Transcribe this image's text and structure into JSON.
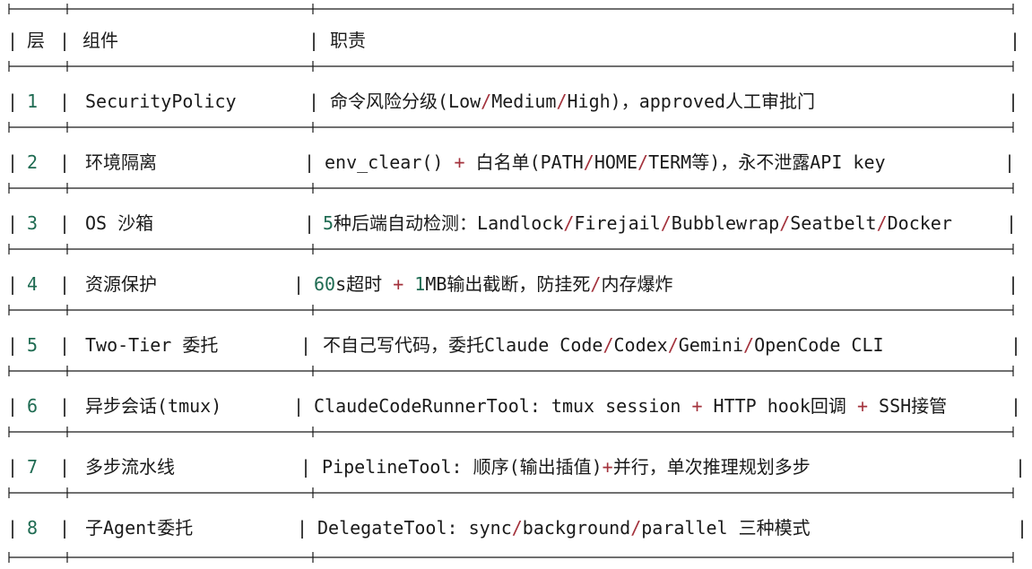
{
  "table": {
    "header": {
      "layer": "层",
      "component": "组件",
      "duty": "职责"
    },
    "rows": [
      {
        "layer": "1",
        "component": "SecurityPolicy",
        "duty_parts": [
          {
            "t": "命令风险分级(Low"
          },
          {
            "t": "/",
            "k": "op"
          },
          {
            "t": "Medium"
          },
          {
            "t": "/",
            "k": "op"
          },
          {
            "t": "High)，approved人工审批门"
          }
        ]
      },
      {
        "layer": "2",
        "component": "环境隔离",
        "duty_parts": [
          {
            "t": "env_clear() "
          },
          {
            "t": "+",
            "k": "op"
          },
          {
            "t": " 白名单(PATH"
          },
          {
            "t": "/",
            "k": "op"
          },
          {
            "t": "HOME"
          },
          {
            "t": "/",
            "k": "op"
          },
          {
            "t": "TERM等)，永不泄露API key"
          }
        ]
      },
      {
        "layer": "3",
        "component": "OS 沙箱",
        "duty_parts": [
          {
            "t": "5",
            "k": "num"
          },
          {
            "t": "种后端自动检测：Landlock"
          },
          {
            "t": "/",
            "k": "op"
          },
          {
            "t": "Firejail"
          },
          {
            "t": "/",
            "k": "op"
          },
          {
            "t": "Bubblewrap"
          },
          {
            "t": "/",
            "k": "op"
          },
          {
            "t": "Seatbelt"
          },
          {
            "t": "/",
            "k": "op"
          },
          {
            "t": "Docker"
          }
        ]
      },
      {
        "layer": "4",
        "component": "资源保护",
        "duty_parts": [
          {
            "t": "60",
            "k": "num"
          },
          {
            "t": "s超时 "
          },
          {
            "t": "+",
            "k": "op"
          },
          {
            "t": " "
          },
          {
            "t": "1",
            "k": "num"
          },
          {
            "t": "MB输出截断，防挂死"
          },
          {
            "t": "/",
            "k": "op"
          },
          {
            "t": "内存爆炸"
          }
        ]
      },
      {
        "layer": "5",
        "component": "Two-Tier 委托",
        "duty_parts": [
          {
            "t": "不自己写代码，委托Claude Code"
          },
          {
            "t": "/",
            "k": "op"
          },
          {
            "t": "Codex"
          },
          {
            "t": "/",
            "k": "op"
          },
          {
            "t": "Gemini"
          },
          {
            "t": "/",
            "k": "op"
          },
          {
            "t": "OpenCode CLI"
          }
        ]
      },
      {
        "layer": "6",
        "component": "异步会话(tmux)",
        "duty_parts": [
          {
            "t": "ClaudeCodeRunnerTool: tmux session "
          },
          {
            "t": "+",
            "k": "op"
          },
          {
            "t": " HTTP hook回调 "
          },
          {
            "t": "+",
            "k": "op"
          },
          {
            "t": " SSH接管"
          }
        ]
      },
      {
        "layer": "7",
        "component": "多步流水线",
        "duty_parts": [
          {
            "t": "PipelineTool: 顺序(输出插值)"
          },
          {
            "t": "+",
            "k": "op"
          },
          {
            "t": "并行，单次推理规划多步"
          }
        ]
      },
      {
        "layer": "8",
        "component": "子Agent委托",
        "duty_parts": [
          {
            "t": "DelegateTool: sync"
          },
          {
            "t": "/",
            "k": "op"
          },
          {
            "t": "background"
          },
          {
            "t": "/",
            "k": "op"
          },
          {
            "t": "parallel 三种模式"
          }
        ]
      }
    ]
  },
  "colors": {
    "number": "#1f6b52",
    "operator": "#a3323c",
    "text": "#1a1a1a",
    "line": "#1a1a1a"
  }
}
